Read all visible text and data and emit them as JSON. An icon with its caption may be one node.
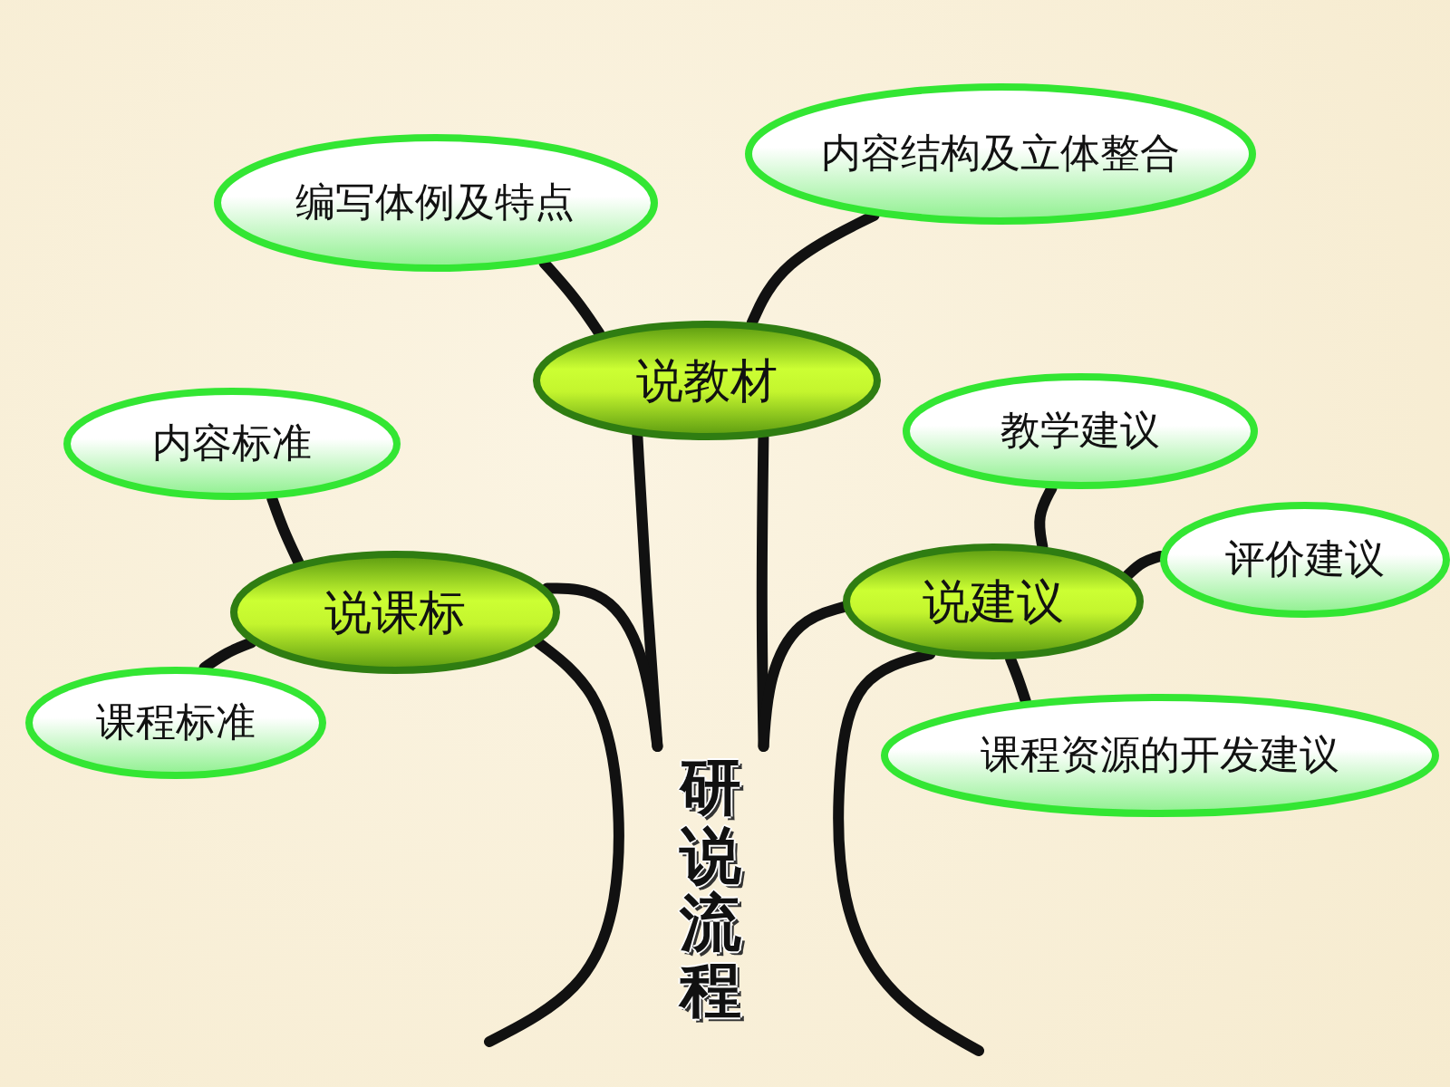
{
  "diagram": {
    "nodes": [
      {
        "text": [
          "研说流程"
        ]
      },
      {
        "text": [
          "说教材"
        ]
      },
      {
        "text": [
          "编写体例及特点"
        ]
      },
      {
        "text": [
          "内容结构及立体整合"
        ]
      },
      {
        "text": [
          "说课标"
        ]
      },
      {
        "text": [
          "内容标准"
        ]
      },
      {
        "text": [
          "课程标准"
        ]
      },
      {
        "text": [
          "说建议"
        ]
      },
      {
        "text": [
          "教学建议"
        ]
      },
      {
        "text": [
          "评价建议"
        ]
      },
      {
        "text": [
          "课程资源的开发建议"
        ]
      }
    ],
    "edges": [
      {
        "from": 1,
        "to": 0,
        "arrow": "none"
      },
      {
        "from": 1,
        "to": 0,
        "arrow": "none"
      },
      {
        "from": 4,
        "to": 0,
        "arrow": "none"
      },
      {
        "from": 7,
        "to": 0,
        "arrow": "none"
      },
      {
        "from": 4,
        "to": null,
        "arrow": "none"
      },
      {
        "from": 7,
        "to": null,
        "arrow": "none"
      },
      {
        "from": 2,
        "to": 1,
        "arrow": "none"
      },
      {
        "from": 3,
        "to": 1,
        "arrow": "none"
      },
      {
        "from": 5,
        "to": 4,
        "arrow": "none"
      },
      {
        "from": 6,
        "to": 4,
        "arrow": "none"
      },
      {
        "from": 8,
        "to": 7,
        "arrow": "none"
      },
      {
        "from": 9,
        "to": 7,
        "arrow": "none"
      },
      {
        "from": 10,
        "to": 7,
        "arrow": "none"
      }
    ]
  }
}
